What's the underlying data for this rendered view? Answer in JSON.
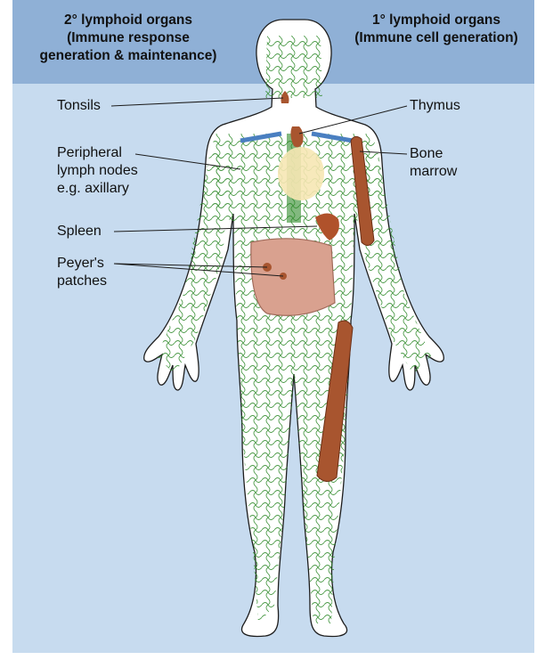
{
  "headers": {
    "secondary": [
      "2° lymphoid organs",
      "(Immune response",
      "generation & maintenance)"
    ],
    "primary": [
      "1° lymphoid organs",
      "(Immune cell generation)"
    ]
  },
  "labels": {
    "tonsils": "Tonsils",
    "peripheral": [
      "Peripheral",
      "lymph nodes",
      "e.g. axillary"
    ],
    "spleen": "Spleen",
    "peyers": [
      "Peyer's",
      "patches"
    ],
    "thymus": "Thymus",
    "bone_marrow": [
      "Bone",
      "marrow"
    ]
  },
  "colors": {
    "background": "#c7dbef",
    "header": "#8fb0d6",
    "body_fill": "#ffffff",
    "lymph_vessels": "#2f8a2a",
    "organ_brown": "#a8552f",
    "intestine": "#d9a18f"
  }
}
